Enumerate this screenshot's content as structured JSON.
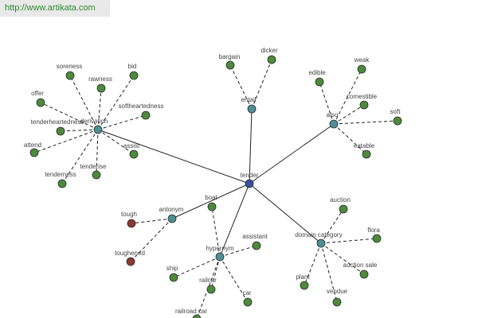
{
  "watermark_url": "http://www.artikata.com",
  "colors": {
    "center": "#3b4fa0",
    "relation": "#4f8f94",
    "leaf": "#4d8a3c",
    "antonym_leaf": "#8b3a2f",
    "edge": "#222222",
    "url_text": "#2e8b2e"
  },
  "center": {
    "id": "tender",
    "label": "tender"
  },
  "relations": [
    {
      "id": "derivation",
      "label": "derivation",
      "leaf_color": "leaf",
      "leaves": [
        {
          "id": "soreness",
          "label": "soreness"
        },
        {
          "id": "bid",
          "label": "bid"
        },
        {
          "id": "rawness",
          "label": "rawness"
        },
        {
          "id": "offer",
          "label": "offer"
        },
        {
          "id": "softheartedness",
          "label": "softheartedness"
        },
        {
          "id": "tenderheartedness",
          "label": "tenderheartedness"
        },
        {
          "id": "attend",
          "label": "attend"
        },
        {
          "id": "assist",
          "label": "assist"
        },
        {
          "id": "tenderness",
          "label": "tenderness"
        },
        {
          "id": "tenderise",
          "label": "tenderise"
        }
      ]
    },
    {
      "id": "entail",
      "label": "entail",
      "leaf_color": "leaf",
      "leaves": [
        {
          "id": "bargain",
          "label": "bargain"
        },
        {
          "id": "dicker",
          "label": "dicker"
        }
      ]
    },
    {
      "id": "also",
      "label": "also",
      "leaf_color": "leaf",
      "leaves": [
        {
          "id": "edible",
          "label": "edible"
        },
        {
          "id": "weak",
          "label": "weak"
        },
        {
          "id": "comestible",
          "label": "comestible"
        },
        {
          "id": "soft",
          "label": "soft"
        },
        {
          "id": "eatable",
          "label": "eatable"
        }
      ]
    },
    {
      "id": "antonym",
      "label": "antonym",
      "leaf_color": "antonym_leaf",
      "leaves": [
        {
          "id": "tough",
          "label": "tough"
        },
        {
          "id": "toughened",
          "label": "toughened"
        }
      ]
    },
    {
      "id": "hypernym",
      "label": "hypernym",
      "leaf_color": "leaf",
      "leaves": [
        {
          "id": "boat",
          "label": "boat"
        },
        {
          "id": "assistant",
          "label": "assistant"
        },
        {
          "id": "ship",
          "label": "ship"
        },
        {
          "id": "railcar",
          "label": "railcar"
        },
        {
          "id": "car",
          "label": "car"
        },
        {
          "id": "railroad_car",
          "label": "railroad car"
        }
      ]
    },
    {
      "id": "domain_category",
      "label": "domain category",
      "leaf_color": "leaf",
      "leaves": [
        {
          "id": "auction",
          "label": "auction"
        },
        {
          "id": "flora",
          "label": "flora"
        },
        {
          "id": "auction_sale",
          "label": "auction sale"
        },
        {
          "id": "plant",
          "label": "plant"
        },
        {
          "id": "vendue",
          "label": "vendue"
        }
      ]
    }
  ]
}
